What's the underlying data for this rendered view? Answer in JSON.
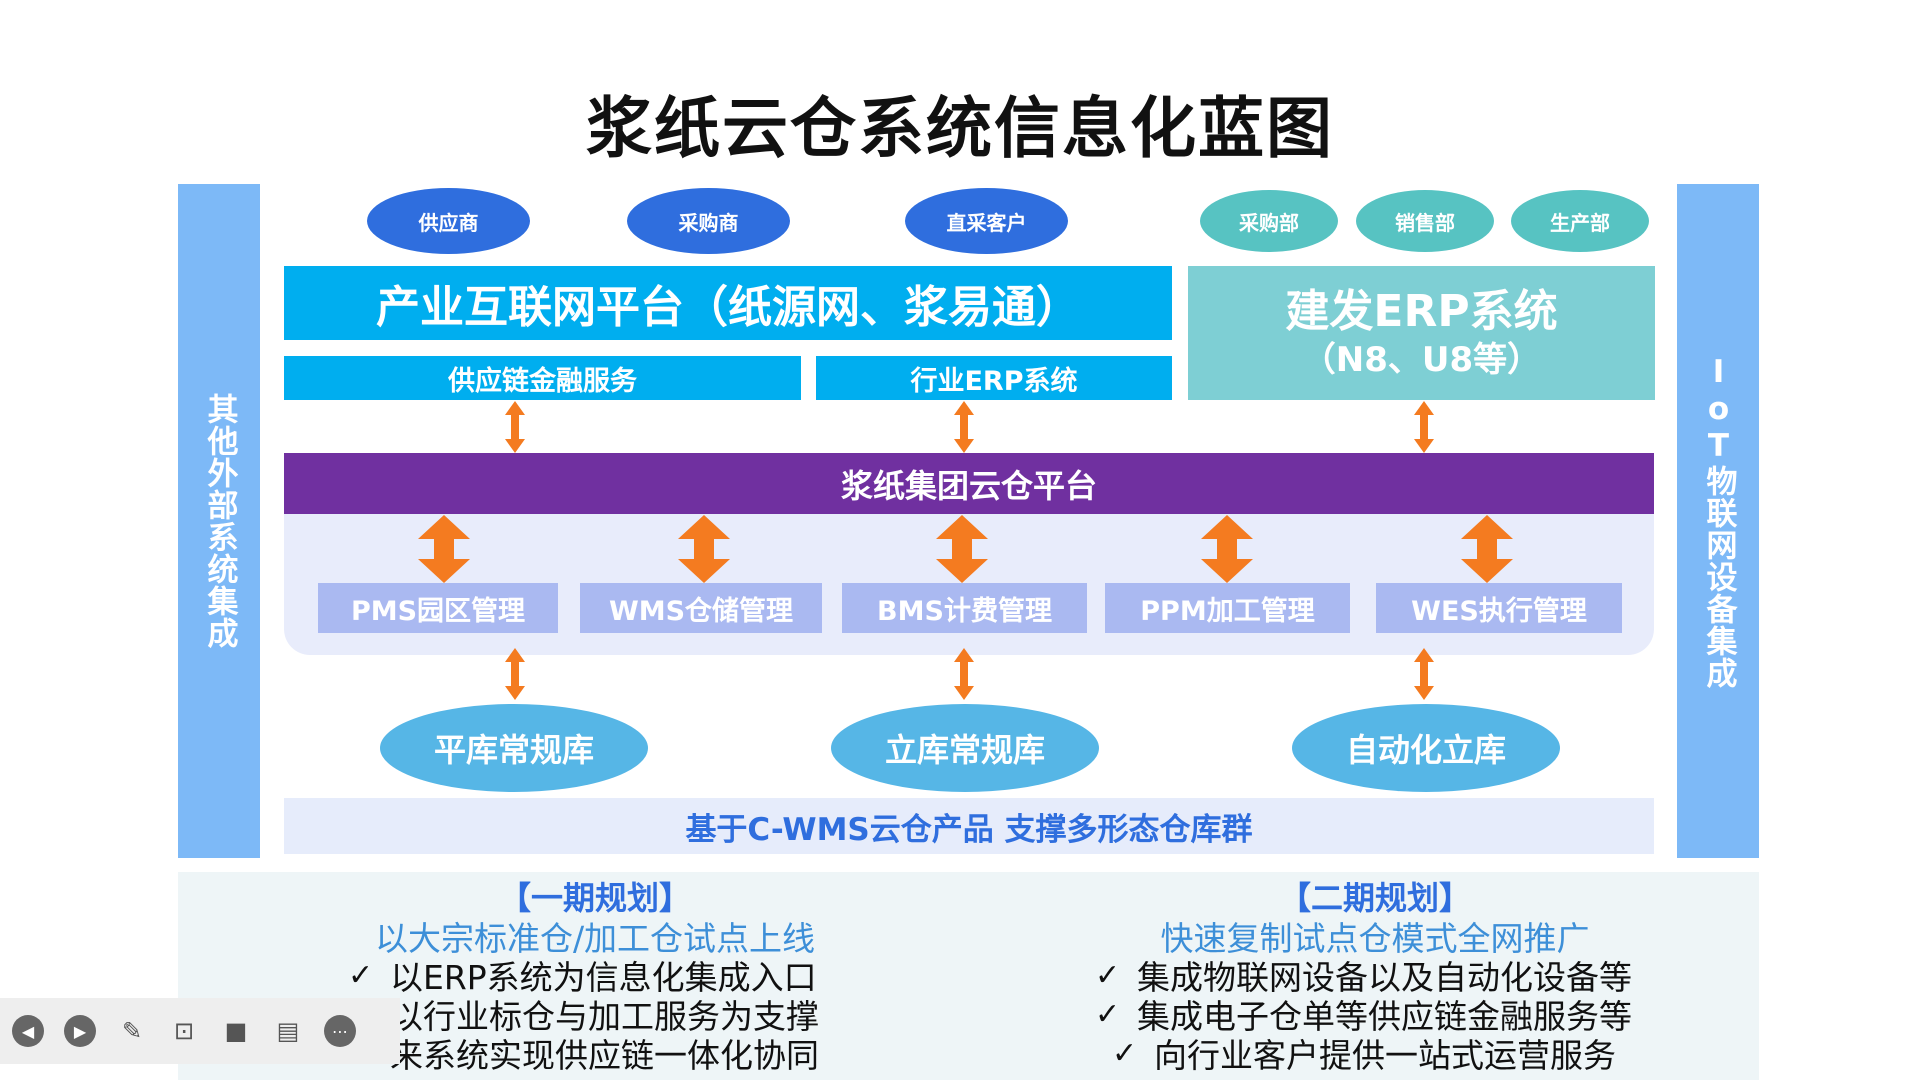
{
  "title": "浆纸云仓系统信息化蓝图",
  "left_sidebar": "其他外部系统集成",
  "right_sidebar": "IoT物联网设备集成",
  "top_entities": [
    "供应商",
    "采购商",
    "直采客户",
    "采购部",
    "销售部",
    "生产部"
  ],
  "industry_platform": "产业互联网平台（纸源网、浆易通）",
  "supply_chain_finance": "供应链金融服务",
  "industry_erp": "行业ERP系统",
  "erp_box": {
    "line1": "建发ERP系统",
    "line2": "（N8、U8等）"
  },
  "cloud_platform": "浆纸集团云仓平台",
  "modules": [
    "PMS园区管理",
    "WMS仓储管理",
    "BMS计费管理",
    "PPM加工管理",
    "WES执行管理"
  ],
  "warehouses": [
    "平库常规库",
    "立库常规库",
    "自动化立库"
  ],
  "base_bar": "基于C-WMS云仓产品 支撑多形态仓库群",
  "phase1": {
    "heading": "【一期规划】",
    "subtitle": "以大宗标准仓/加工仓试点上线",
    "items": [
      "以ERP系统为信息化集成入口",
      "以行业标仓与加工服务为支撑",
      "来系统实现供应链一体化协同"
    ]
  },
  "phase2": {
    "heading": "【二期规划】",
    "subtitle": "快速复制试点仓模式全网推广",
    "items": [
      "集成物联网设备以及自动化设备等",
      "集成电子仓单等供应链金融服务等",
      "向行业客户提供一站式运营服务"
    ]
  },
  "check_mark": "✓",
  "colors": {
    "primary_blue": "#00aeef",
    "purple": "#7030a0",
    "sidebar": "#7db9f7",
    "arrow": "#f47b20",
    "teal": "#7ecfd4"
  },
  "toolbar_icons": [
    "prev-icon",
    "next-icon",
    "pen-icon",
    "screenshot-icon",
    "video-icon",
    "comment-icon",
    "more-icon"
  ]
}
